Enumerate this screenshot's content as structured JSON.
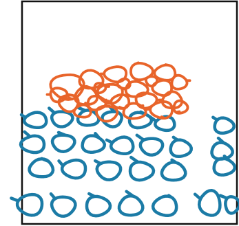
{
  "colors": {
    "frame": "#111111",
    "upper_circles": "#e8642a",
    "lower_circles": "#1b7ba6",
    "background": "#ffffff"
  },
  "groups": {
    "upper": {
      "shape": "hand-drawn-circle",
      "count": 24
    },
    "lower": {
      "shape": "hand-drawn-circle",
      "count": 27
    }
  }
}
